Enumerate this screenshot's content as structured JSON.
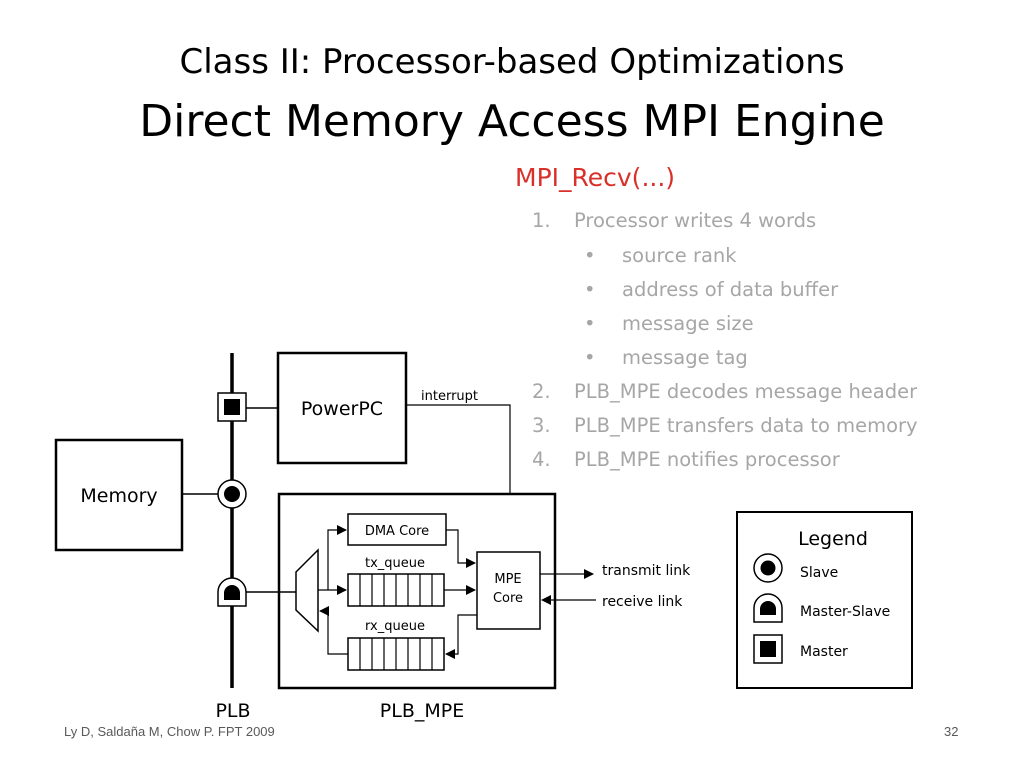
{
  "slide": {
    "title_line1": "Class II: Processor-based Optimizations",
    "title_line2": "Direct Memory Access MPI Engine",
    "function_name": "MPI_Recv(...)",
    "steps": [
      {
        "num": "1.",
        "text": "Processor writes 4 words"
      },
      {
        "num": "2.",
        "text": "PLB_MPE decodes message header"
      },
      {
        "num": "3.",
        "text": "PLB_MPE transfers data to memory"
      },
      {
        "num": "4.",
        "text": "PLB_MPE notifies processor"
      }
    ],
    "substeps": [
      {
        "bullet": "•",
        "text": "source rank"
      },
      {
        "bullet": "•",
        "text": "address of data buffer"
      },
      {
        "bullet": "•",
        "text": "message size"
      },
      {
        "bullet": "•",
        "text": "message tag"
      }
    ],
    "footer_left": "Ly D, Saldaña M, Chow P. FPT 2009",
    "page_number": "32"
  },
  "diagram": {
    "memory": "Memory",
    "powerpc": "PowerPC",
    "interrupt": "interrupt",
    "dma_core": "DMA Core",
    "tx_queue": "tx_queue",
    "rx_queue": "rx_queue",
    "mpe_core_line1": "MPE",
    "mpe_core_line2": "Core",
    "transmit_link": "transmit link",
    "receive_link": "receive link",
    "plb": "PLB",
    "plb_mpe": "PLB_MPE"
  },
  "legend": {
    "title": "Legend",
    "slave": "Slave",
    "master_slave": "Master-Slave",
    "master": "Master"
  },
  "colors": {
    "title": "#000000",
    "function_name": "#d9302a",
    "steps_text": "#a6a6a6",
    "footer": "#595959"
  }
}
